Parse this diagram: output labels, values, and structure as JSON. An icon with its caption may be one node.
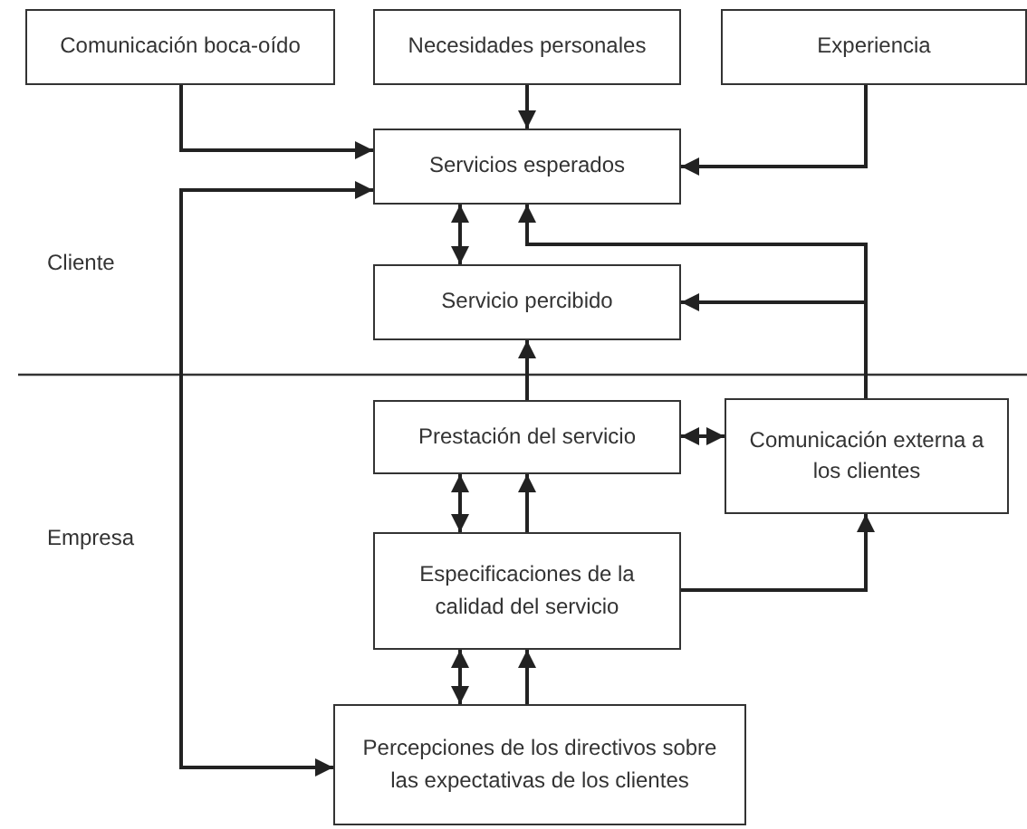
{
  "diagram": {
    "nodes": [
      {
        "text": [
          "Comunicación boca-oído"
        ]
      },
      {
        "text": [
          "Necesidades personales"
        ]
      },
      {
        "text": [
          "Experiencia"
        ]
      },
      {
        "text": [
          "Servicios esperados"
        ]
      },
      {
        "text": [
          "Servicio percibido"
        ]
      },
      {
        "text": [
          "Prestación del servicio"
        ]
      },
      {
        "text": [
          "Comunicación externa a los clientes"
        ]
      },
      {
        "text": [
          "Especificaciones de la calidad del servicio"
        ]
      },
      {
        "text": [
          "Percepciones de los directivos sobre las expectativas de los clientes"
        ]
      }
    ],
    "edges": [
      {
        "from": 0,
        "to": 3,
        "arrow": "to"
      },
      {
        "from": 1,
        "to": 3,
        "arrow": "to"
      },
      {
        "from": 2,
        "to": 3,
        "arrow": "to"
      },
      {
        "from": 8,
        "to": 3,
        "arrow": "both"
      },
      {
        "from": 3,
        "to": 4,
        "arrow": "both"
      },
      {
        "from": 6,
        "to": 3,
        "arrow": "to"
      },
      {
        "from": 6,
        "to": 4,
        "arrow": "to"
      },
      {
        "from": 5,
        "to": 4,
        "arrow": "to"
      },
      {
        "from": 5,
        "to": 6,
        "arrow": "both"
      },
      {
        "from": 7,
        "to": 5,
        "arrow": "both"
      },
      {
        "from": 7,
        "to": 5,
        "arrow": "to"
      },
      {
        "from": 7,
        "to": 6,
        "arrow": "to"
      },
      {
        "from": 8,
        "to": 7,
        "arrow": "both"
      },
      {
        "from": 8,
        "to": 7,
        "arrow": "to"
      }
    ],
    "labels": [
      "Cliente",
      "Empresa"
    ]
  }
}
